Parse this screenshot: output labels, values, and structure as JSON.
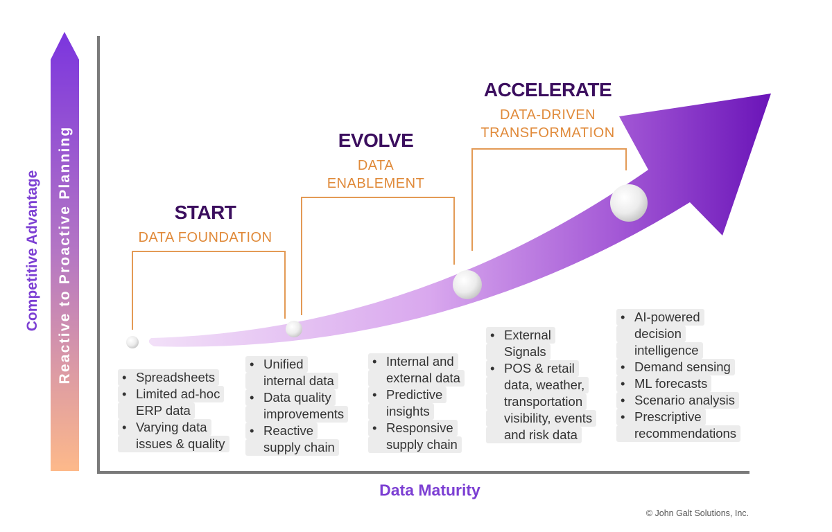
{
  "y_axis": {
    "outer_label": "Competitive Advantage",
    "arrow_label": "Reactive to Proactive Planning"
  },
  "x_axis": {
    "label": "Data Maturity"
  },
  "copyright": "© John Galt Solutions, Inc.",
  "colors": {
    "purple": "#7c3fd3",
    "dark_purple": "#3b0e5e",
    "orange": "#e08a3a",
    "peach": "#fdb78c"
  },
  "stages": [
    {
      "title": "START",
      "subtitle_lines": [
        "DATA FOUNDATION"
      ]
    },
    {
      "title": "EVOLVE",
      "subtitle_lines": [
        "DATA",
        "ENABLEMENT"
      ]
    },
    {
      "title": "ACCELERATE",
      "subtitle_lines": [
        "DATA-DRIVEN",
        "TRANSFORMATION"
      ]
    }
  ],
  "boxes": [
    {
      "bullets": [
        [
          "Spreadsheets"
        ],
        [
          "Limited ad-hoc",
          "ERP data"
        ],
        [
          "Varying data",
          "issues & quality"
        ]
      ]
    },
    {
      "bullets": [
        [
          "Unified",
          "internal data"
        ],
        [
          "Data quality",
          "improvements"
        ],
        [
          "Reactive",
          "supply chain"
        ]
      ]
    },
    {
      "bullets": [
        [
          "Internal and",
          "external data"
        ],
        [
          "Predictive",
          "insights"
        ],
        [
          "Responsive",
          "supply chain"
        ]
      ]
    },
    {
      "bullets": [
        [
          "External",
          "Signals"
        ],
        [
          "POS & retail",
          "data, weather,",
          "transportation",
          "visibility, events",
          "and risk data"
        ]
      ]
    },
    {
      "bullets": [
        [
          "AI-powered",
          "decision",
          "intelligence"
        ],
        [
          "Demand sensing"
        ],
        [
          "ML forecasts"
        ],
        [
          "Scenario analysis"
        ],
        [
          "Prescriptive",
          "recommendations"
        ]
      ]
    }
  ]
}
